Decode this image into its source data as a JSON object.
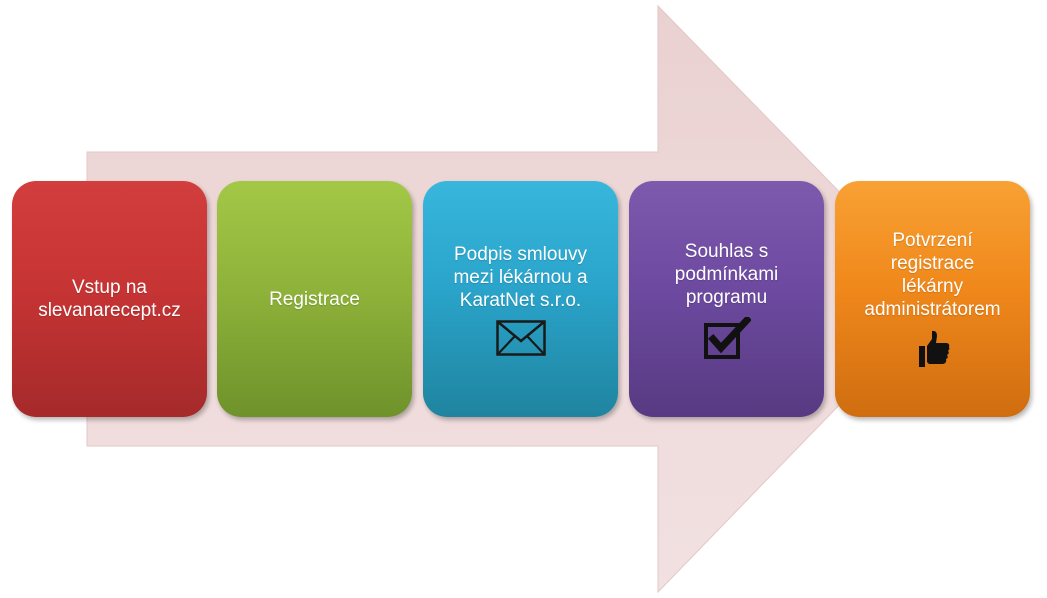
{
  "colors": {
    "arrow_fill": "#ebd3d3",
    "step_1": "#c73434",
    "step_2": "#8fb33a",
    "step_3": "#2aa4cb",
    "step_4": "#6d4aa0",
    "step_5": "#f0881b",
    "icon": "#111111"
  },
  "steps": [
    {
      "text": "Vstup na\nslevanarecept.cz",
      "icon": null
    },
    {
      "text": "Registrace",
      "icon": null
    },
    {
      "text": "Podpis smlouvy\nmezi lékárnou a\nKaratNet s.r.o.",
      "icon": "envelope-icon"
    },
    {
      "text": "Souhlas s\npodmínkami\nprogramu",
      "icon": "checkbox-checked-icon"
    },
    {
      "text": "Potvrzení\nregistrace\nlékárny\nadministrátorem",
      "icon": "thumbs-up-icon"
    }
  ]
}
